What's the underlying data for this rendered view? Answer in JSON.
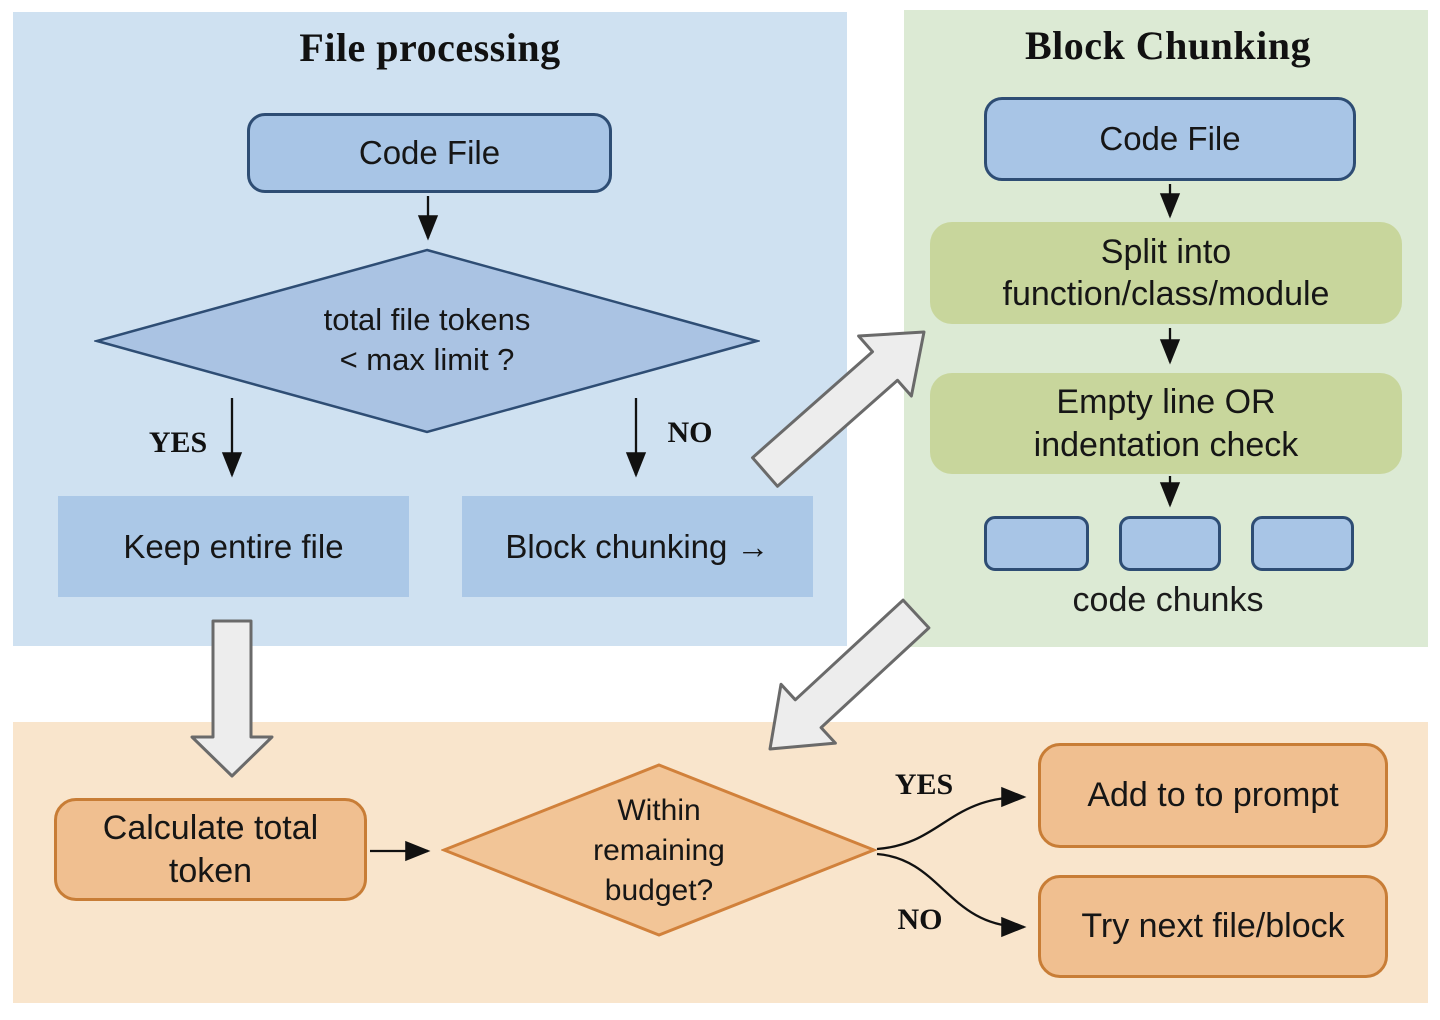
{
  "file_processing": {
    "title": "File processing",
    "code_file": "Code File",
    "decision": "total file tokens\n< max limit ?",
    "yes_label": "YES",
    "no_label": "NO",
    "keep_entire_file": "Keep entire file",
    "block_chunking_route": "Block  chunking →"
  },
  "block_chunking": {
    "title": "Block Chunking",
    "code_file": "Code File",
    "split_step": "Split into\nfunction/class/module",
    "empty_line_step": "Empty line OR\nindentation check",
    "code_chunks_label": "code chunks"
  },
  "token_budget": {
    "calculate_step": "Calculate total\ntoken",
    "decision": "Within\nremaining\nbudget?",
    "yes_label": "YES",
    "no_label": "NO",
    "add_step": "Add to to prompt",
    "try_next_step": "Try next file/block"
  },
  "colors": {
    "panel_blue": "#cfe1f1",
    "panel_green": "#dcead4",
    "panel_orange": "#f9e5cc",
    "node_blue_fill": "#a8c5e6",
    "node_blue_border": "#2e4d74",
    "node_flat_blue_fill": "#abc8e7",
    "node_green_fill": "#c8d69c",
    "node_orange_fill": "#f0bf90",
    "node_orange_border": "#c87d36",
    "diamond_blue_fill": "#aac3e3",
    "diamond_orange_fill": "#f2c597",
    "diamond_orange_border": "#d1813b",
    "big_arrow_fill": "#ededed",
    "big_arrow_stroke": "#6a6a6a",
    "connector": "#111111"
  }
}
